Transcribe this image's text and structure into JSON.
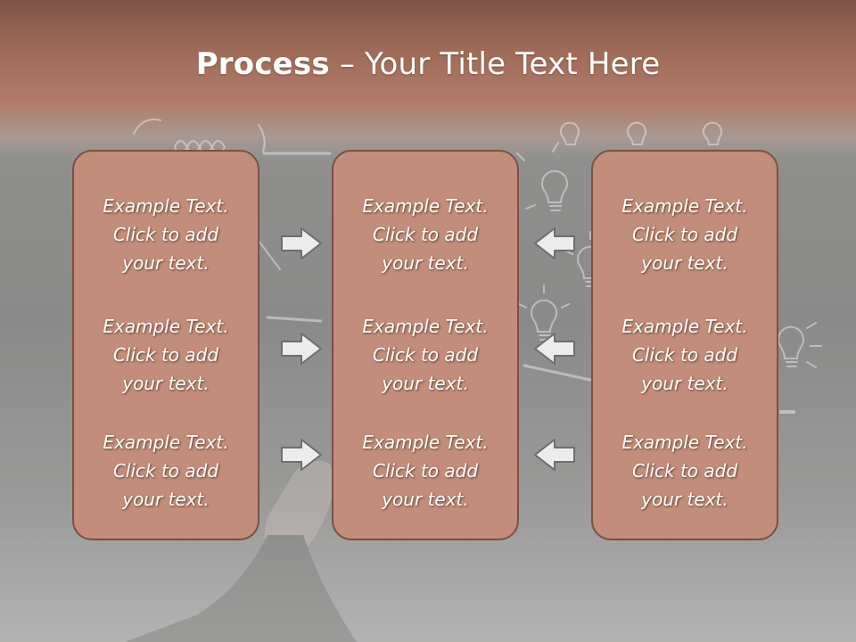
{
  "slide": {
    "title_bold": "Process",
    "title_rest": " – Your Title Text Here",
    "colors": {
      "header_band": "#9e6a58",
      "box_fill": "#c28d7a",
      "box_border": "#7a5144",
      "text": "#ffffff",
      "arrow_fill": "#ececec"
    }
  },
  "columns": [
    {
      "cells": [
        {
          "line1": "Example Text.",
          "line2": "Click  to add",
          "line3": "your text."
        },
        {
          "line1": "Example Text.",
          "line2": "Click  to add",
          "line3": "your text."
        },
        {
          "line1": "Example Text.",
          "line2": "Click  to add",
          "line3": "your text."
        }
      ]
    },
    {
      "cells": [
        {
          "line1": "Example Text.",
          "line2": "Click  to add",
          "line3": "your text."
        },
        {
          "line1": "Example Text.",
          "line2": "Click  to add",
          "line3": "your text."
        },
        {
          "line1": "Example Text.",
          "line2": "Click  to add",
          "line3": "your text."
        }
      ]
    },
    {
      "cells": [
        {
          "line1": "Example Text.",
          "line2": "Click  to add",
          "line3": "your text."
        },
        {
          "line1": "Example Text.",
          "line2": "Click  to add",
          "line3": "your text."
        },
        {
          "line1": "Example Text.",
          "line2": "Click  to add",
          "line3": "your text."
        }
      ]
    }
  ],
  "arrows": {
    "left_group": {
      "direction": "right",
      "icon": "arrow-right-icon"
    },
    "right_group": {
      "direction": "left",
      "icon": "arrow-left-icon"
    }
  }
}
